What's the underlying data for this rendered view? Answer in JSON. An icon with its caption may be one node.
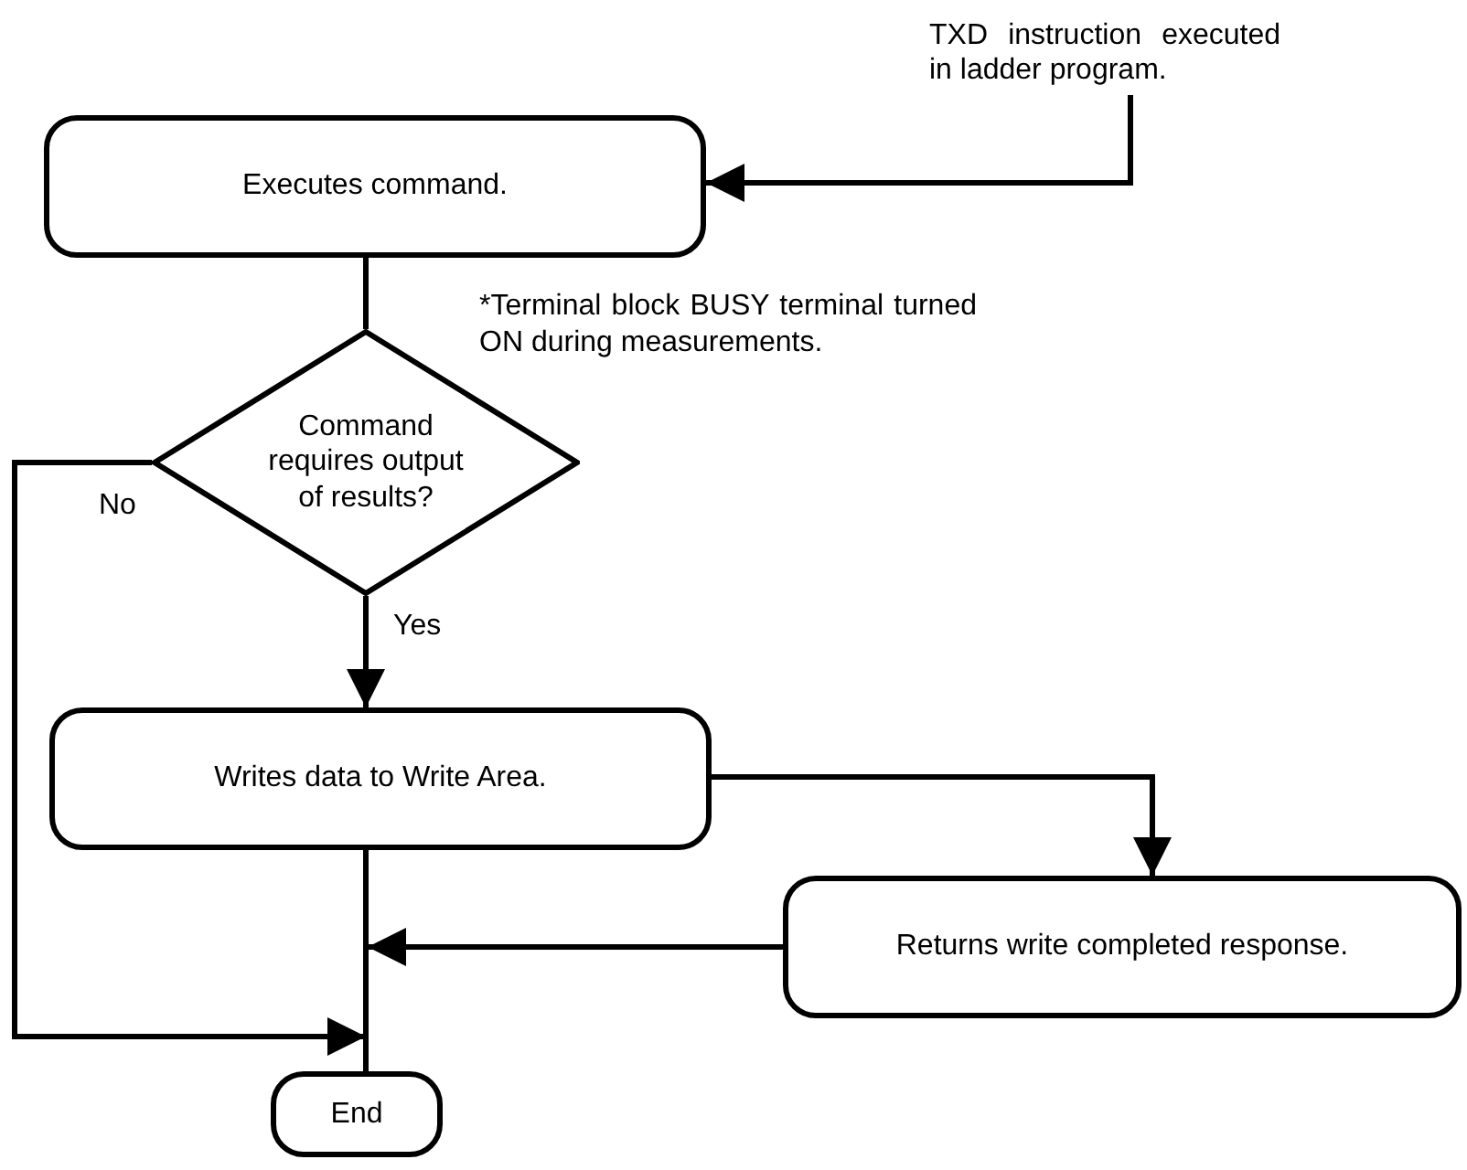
{
  "diagram": {
    "nodes": [
      {
        "text": [
          "TXD instruction executed in ladder program."
        ]
      },
      {
        "text": [
          "Executes command."
        ]
      },
      {
        "text": [
          "Command requires output of results?"
        ]
      },
      {
        "text": [
          "Writes data to Write Area."
        ]
      },
      {
        "text": [
          "Returns write completed response."
        ]
      },
      {
        "text": [
          "End"
        ]
      }
    ],
    "edges": [
      {
        "from": 0,
        "to": 1,
        "arrow": "to"
      },
      {
        "from": 1,
        "to": 2,
        "arrow": "none"
      },
      {
        "from": 2,
        "to": 3,
        "arrow": "to",
        "label": "Yes"
      },
      {
        "from": 2,
        "to": 5,
        "arrow": "to",
        "label": "No"
      },
      {
        "from": 3,
        "to": 4,
        "arrow": "to"
      },
      {
        "from": 4,
        "to": null,
        "arrow": "to"
      },
      {
        "from": 3,
        "to": 5,
        "arrow": "none"
      }
    ],
    "labels": [
      "*Terminal block BUSY terminal turned ON during measurements."
    ]
  }
}
